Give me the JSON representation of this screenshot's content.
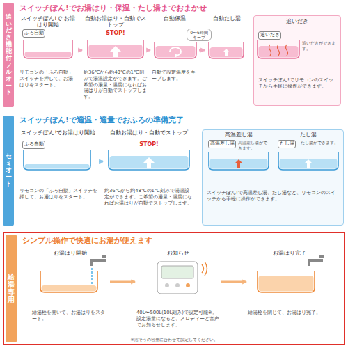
{
  "diagram": {
    "nodes": [
      {
        "text": [
          "追いだき機能付フルオート",
          "スイッチぽん!でお湯はり・保温・たし湯までおまかせ"
        ]
      },
      {
        "text": [
          "スイッチぽん!で お湯はり開始",
          "リモコンの「ふろ自動」スイッチを押して、お湯はりをスタート。"
        ],
        "in": 0
      },
      {
        "text": [
          "ふろ自動"
        ],
        "in": 1
      },
      {
        "text": [
          "自動お湯はり・自動でストップ",
          "約36℃から約48℃の1℃刻みで湯温設定ができます。ご希望の湯量・温度になればお湯はりが自動でストップします。"
        ],
        "in": 0
      },
      {
        "text": [
          "自動保温",
          "自動で設定温度をキープします。"
        ],
        "in": 0
      },
      {
        "text": [
          "自動たし湯"
        ],
        "in": 0
      },
      {
        "text": [
          "追いだき",
          "スイッチぽん!でリモコンのスイッチから手軽に操作ができます。"
        ],
        "in": 0
      },
      {
        "text": [
          "追いだき"
        ],
        "in": 6
      },
      {
        "text": [
          "セミオート",
          "スイッチぽん!で適温・適量でおふろの準備完了"
        ]
      },
      {
        "text": [
          "スイッチぽん!でお湯はり開始",
          "リモコンの「ふろ自動」スイッチを押して、お湯はりをスタート。"
        ],
        "in": 8
      },
      {
        "text": [
          "ふろ自動"
        ],
        "in": 9
      },
      {
        "text": [
          "自動お湯はり・自動でストップ",
          "約36℃から約48℃の1℃刻みで湯温設定ができます。ご希望の湯量・温度になればお湯はりが自動でストップします。"
        ],
        "in": 8
      },
      {
        "text": [
          "スイッチぽん!で高温差し湯、たし湯など、リモコンのスイッチから手軽に操作ができます。"
        ],
        "in": 8
      },
      {
        "text": [
          "高温差し湯"
        ],
        "in": 12
      },
      {
        "text": [
          "高温差し湯"
        ],
        "in": 13
      },
      {
        "text": [
          "たし湯"
        ],
        "in": 12
      },
      {
        "text": [
          "たし湯"
        ],
        "in": 15
      },
      {
        "text": [
          "給湯専用",
          "シンプル操作で快適にお湯が使えます"
        ]
      },
      {
        "text": [
          "お湯はり開始",
          "給湯栓を開いて、お湯はりをスタート。"
        ],
        "in": 17
      },
      {
        "text": [
          "お知らせ",
          "40L〜500L(10L刻み)で設定可能※。設定湯量になると、メロディーと音声でお知らせします。"
        ],
        "in": 17
      },
      {
        "text": [
          "お湯はり完了",
          "給湯栓を閉じて、お湯はり完了。"
        ],
        "in": 17
      }
    ],
    "edges": [
      {
        "from": 1,
        "to": 3,
        "arrow": "to"
      },
      {
        "from": 3,
        "to": 4,
        "arrow": "to"
      },
      {
        "from": 4,
        "to": 5,
        "arrow": "to"
      },
      {
        "from": 9,
        "to": 11,
        "arrow": "to"
      },
      {
        "from": 18,
        "to": 19,
        "arrow": "to"
      },
      {
        "from": 19,
        "to": 20,
        "arrow": "to"
      }
    ],
    "labels": [
      "STOP!",
      "0〜6時間キープ",
      "追いだきができます。",
      "STOP!",
      "高温差し湯ができます。",
      "たし湯ができます。",
      "※浴そうの容量に合わせて設定してください。"
    ]
  }
}
